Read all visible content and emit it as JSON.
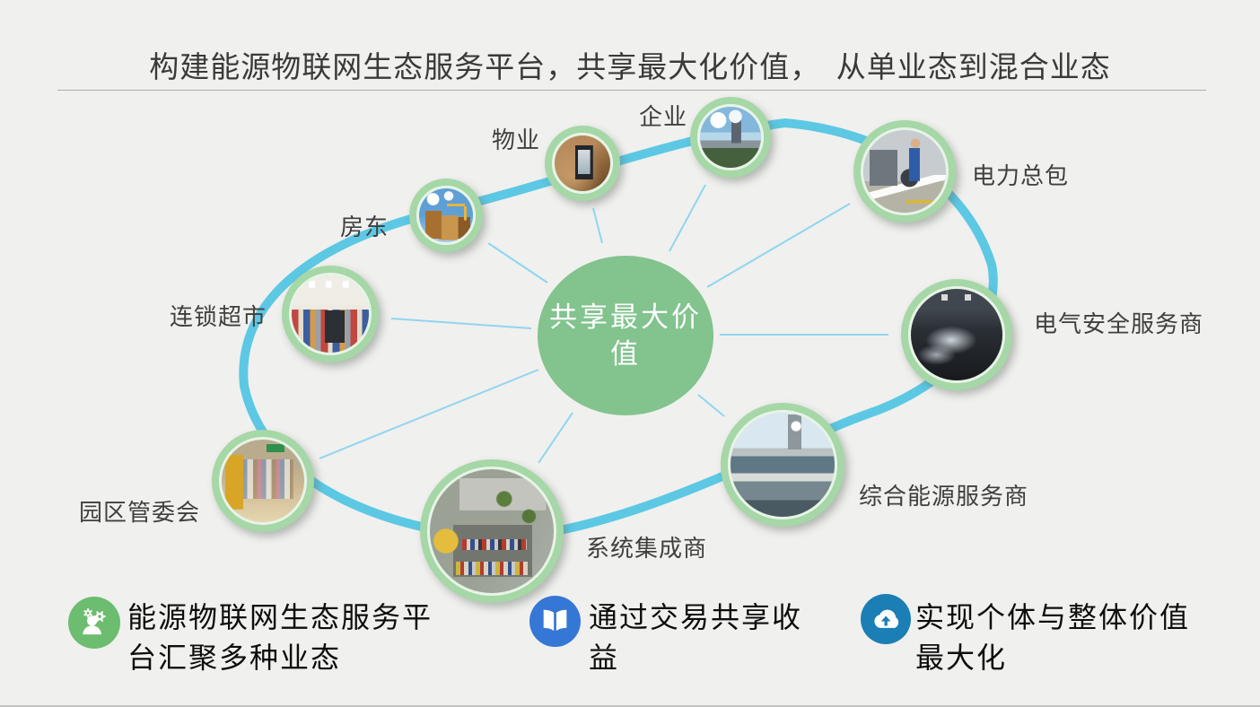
{
  "slide": {
    "title": "构建能源物联网生态服务平台，共享最大化价值，　从单业态到混合业态",
    "center_label": "共享最大价值"
  },
  "nodes": [
    {
      "label": "企业"
    },
    {
      "label": "物业"
    },
    {
      "label": "房东"
    },
    {
      "label": "连锁超市"
    },
    {
      "label": "园区管委会"
    },
    {
      "label": "系统集成商"
    },
    {
      "label": "综合能源服务商"
    },
    {
      "label": "电气安全服务商"
    },
    {
      "label": "电力总包"
    }
  ],
  "legend": {
    "items": [
      {
        "icon": "people-gears-icon",
        "text": "能源物联网生态服务平台汇聚多种业态"
      },
      {
        "icon": "open-book-icon",
        "text": "通过交易共享收益"
      },
      {
        "icon": "cloud-upload-icon",
        "text": "实现个体与整体价值最大化"
      }
    ]
  },
  "colors": {
    "background": "#f0f0ee",
    "title_color": "#3a3a3a",
    "label_color": "#3f3f3f",
    "ring_blue": "#4fc4e3",
    "ray_blue": "#8fd6f0",
    "center_green": "#82c38e",
    "node_border_green": "#a6d7a7",
    "node_border_inner": "#e3f2e3",
    "legend_text": "#0d0d0d",
    "legend_icon_1": "#6cbd6f",
    "legend_icon_2": "#3577d4",
    "legend_icon_3": "#1b7fb5"
  }
}
